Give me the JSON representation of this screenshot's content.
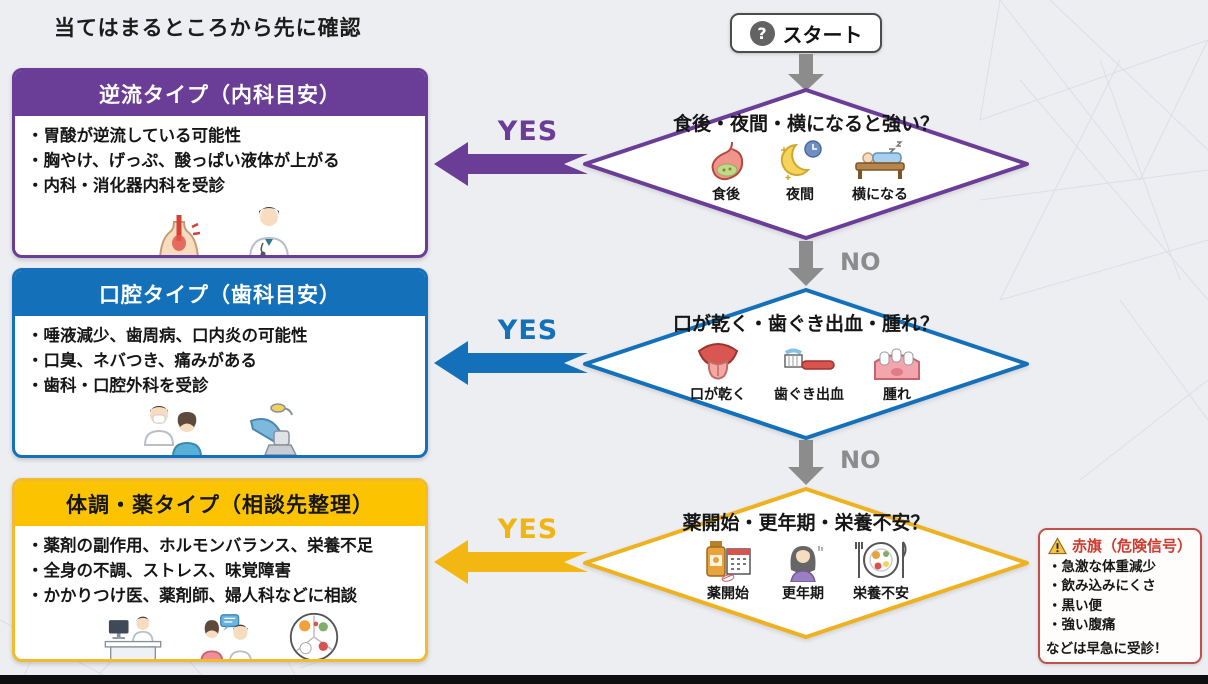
{
  "colors": {
    "purple": "#6a3d96",
    "blue": "#1470b8",
    "yellow": "#f2b713",
    "gray": "#8c8c8c",
    "red": "#ce3a2d",
    "background": "#edeef2"
  },
  "page": {
    "header": "当てはまるところから先に確認",
    "yes_label": "YES",
    "no_label": "NO"
  },
  "start": {
    "icon_glyph": "?",
    "label": "スタート"
  },
  "rows": [
    {
      "box": {
        "title": "逆流タイプ（内科目安）",
        "bullets": [
          "・胃酸が逆流している可能性",
          "・胸やけ、げっぷ、酸っぱい液体が上がる",
          "・内科・消化器内科を受診"
        ],
        "icons": [
          "throat-reflux-icon",
          "doctor-icon"
        ]
      },
      "diamond": {
        "question": "食後・夜間・横になると強い？",
        "options": [
          {
            "icon": "stomach-icon",
            "label": "食後"
          },
          {
            "icon": "night-moon-clock-icon",
            "label": "夜間"
          },
          {
            "icon": "lying-bed-icon",
            "label": "横になる"
          }
        ]
      }
    },
    {
      "box": {
        "title": "口腔タイプ（歯科目安）",
        "bullets": [
          "・唾液減少、歯周病、口内炎の可能性",
          "・口臭、ネバつき、痛みがある",
          "・歯科・口腔外科を受診"
        ],
        "icons": [
          "dentist-patient-icon",
          "dental-chair-icon"
        ]
      },
      "diamond": {
        "question": "口が乾く・歯ぐき出血・腫れ？",
        "options": [
          {
            "icon": "dry-mouth-tongue-icon",
            "label": "口が乾く"
          },
          {
            "icon": "toothbrush-icon",
            "label": "歯ぐき出血"
          },
          {
            "icon": "swollen-gums-icon",
            "label": "腫れ"
          }
        ]
      }
    },
    {
      "box": {
        "title": "体調・薬タイプ（相談先整理）",
        "bullets": [
          "・薬剤の副作用、ホルモンバランス、栄養不足",
          "・全身の不調、ストレス、味覚障害",
          "・かかりつけ医、薬剤師、婦人科などに相談"
        ],
        "icons": [
          "pharmacist-counter-icon",
          "doctor-consult-icon",
          "meal-plate-icon"
        ]
      },
      "diamond": {
        "question": "薬開始・更年期・栄養不安？",
        "options": [
          {
            "icon": "medication-calendar-icon",
            "label": "薬開始"
          },
          {
            "icon": "menopause-woman-icon",
            "label": "更年期"
          },
          {
            "icon": "nutrition-plate-icon",
            "label": "栄養不安"
          }
        ]
      }
    }
  ],
  "red_flag": {
    "title": "赤旗（危険信号）",
    "bullets": [
      "・急激な体重減少",
      "・飲み込みにくさ",
      "・黒い便",
      "・強い腹痛"
    ],
    "footer": "などは早急に受診！"
  }
}
